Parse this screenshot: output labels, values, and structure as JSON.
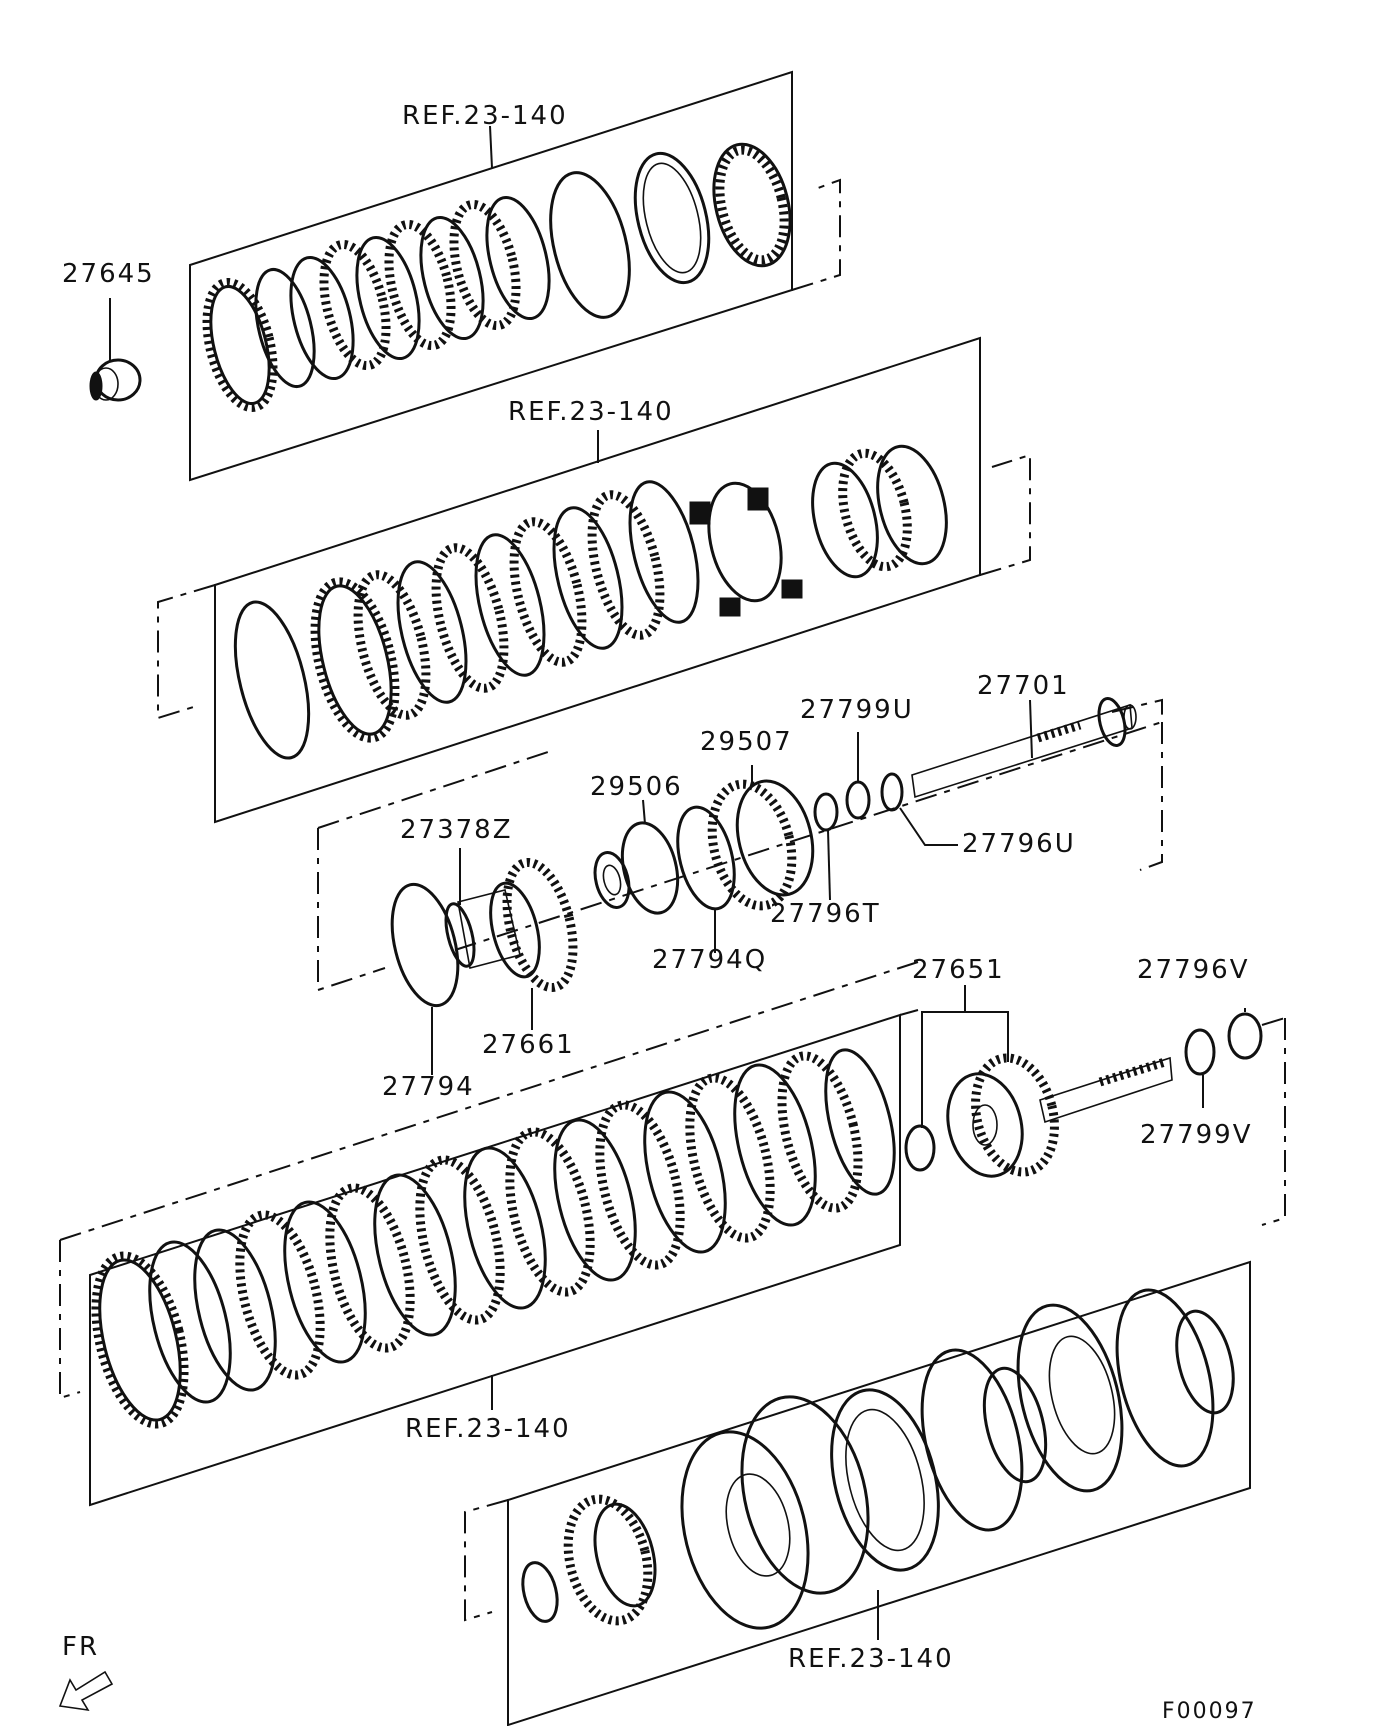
{
  "diagram": {
    "ref_labels": [
      "REF.23-140",
      "REF.23-140",
      "REF.23-140",
      "REF.23-140"
    ],
    "parts": {
      "p27645": "27645",
      "p27701": "27701",
      "p27799U": "27799U",
      "p29507": "29507",
      "p29506": "29506",
      "p27378Z": "27378Z",
      "p27796U": "27796U",
      "p27796T": "27796T",
      "p27794Q": "27794Q",
      "p27661": "27661",
      "p27794": "27794",
      "p27651": "27651",
      "p27796V": "27796V",
      "p27799V": "27799V"
    },
    "direction_label": "FR",
    "figure_code": "F00097"
  }
}
